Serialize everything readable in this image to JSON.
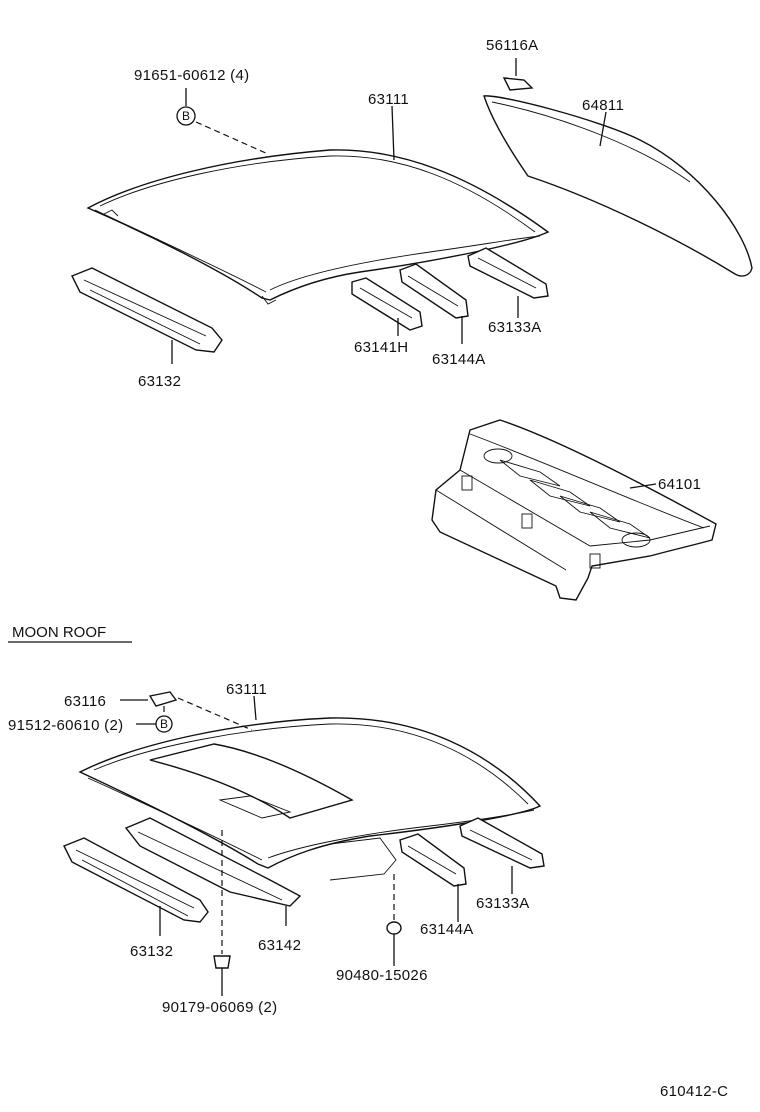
{
  "labels": {
    "p56116a": "56116A",
    "p91651": "91651-60612 (4)",
    "p63111_top": "63111",
    "p64811": "64811",
    "p63132_top": "63132",
    "p63141h": "63141H",
    "p63144a_top": "63144A",
    "p63133a_top": "63133A",
    "p64101": "64101",
    "moon_roof": "MOON ROOF",
    "p63116": "63116",
    "p91512": "91512-60610 (2)",
    "p63111_bot": "63111",
    "p63132_bot": "63132",
    "p63142": "63142",
    "p63144a_bot": "63144A",
    "p63133a_bot": "63133A",
    "p90480": "90480-15026",
    "p90179": "90179-06069 (2)",
    "drawing_no": "610412-C"
  },
  "callouts": {
    "b_top": "B",
    "b_bot": "B"
  }
}
